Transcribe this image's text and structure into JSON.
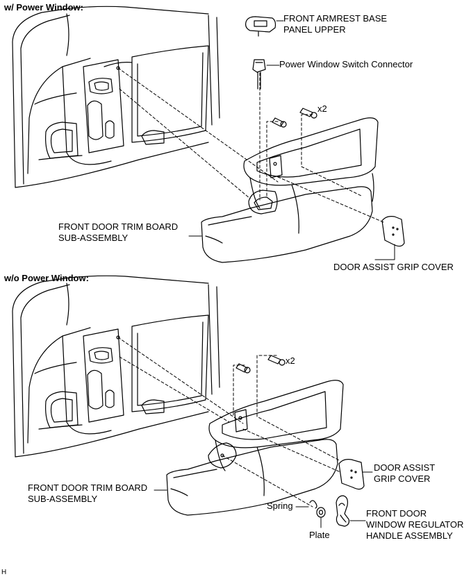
{
  "sections": {
    "with_power": {
      "header": "w/ Power Window:"
    },
    "without_power": {
      "header": "w/o Power Window:"
    }
  },
  "labels": {
    "armrest_line1": "FRONT ARMREST BASE",
    "armrest_line2": "PANEL UPPER",
    "connector": "Power Window Switch Connector",
    "x2_top": "x2",
    "trim_top_line1": "FRONT DOOR TRIM BOARD",
    "trim_top_line2": "SUB-ASSEMBLY",
    "grip_top": "DOOR ASSIST GRIP COVER",
    "x2_bottom": "x2",
    "grip_bottom_line1": "DOOR ASSIST",
    "grip_bottom_line2": "GRIP COVER",
    "trim_bottom_line1": "FRONT DOOR TRIM BOARD",
    "trim_bottom_line2": "SUB-ASSEMBLY",
    "spring": "Spring",
    "plate": "Plate",
    "handle_line1": "FRONT DOOR",
    "handle_line2": "WINDOW REGULATOR",
    "handle_line3": "HANDLE ASSEMBLY",
    "corner_mark": "H"
  }
}
